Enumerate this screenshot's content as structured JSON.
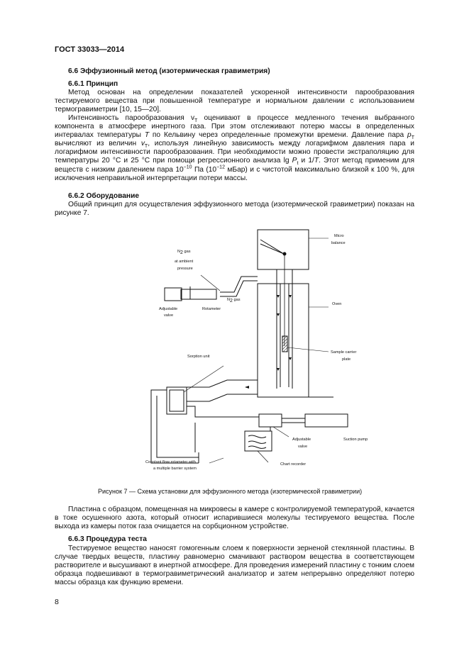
{
  "header": "ГОСТ 33033—2014",
  "section_title": "6.6  Эффузионный метод (изотермическая гравиметрия)",
  "s661": {
    "title": "6.6.1  Принцип",
    "p1": "Метод основан на определении показателей ускоренной интенсивности парообразования тестируемого вещества при повышенной температуре и нормальном давлении с использованием термогравиметрии [10, 15—20].",
    "p2_a": "Интенсивность парообразования v",
    "p2_sub1": "T",
    "p2_b": " оценивают в процессе медленного течения выбранного компонента в атмосфере инертного газа. При этом отслеживают потерю массы в определенных интервалах температуры ",
    "p2_T": "T",
    "p2_c": " по Кельвину через определенные промежутки времени. Давление пара ",
    "p2_p": "p",
    "p2_sub2": "T",
    "p2_d": " вычисляют из величин ",
    "p2_v": "v",
    "p2_sub3": "T",
    "p2_e": ", используя линейную зависимость между логарифмом давления пара и логарифмом интенсивности парообразования. При необходимости можно провести экстраполяцию для температуры 20 °С и 25 °С при помощи регрессионного анализа lg ",
    "p2_P": "P",
    "p2_sub4": "t",
    "p2_f": " и 1/",
    "p2_T2": "T",
    "p2_g": ". Этот метод применим для веществ с низким давлением пара 10",
    "p2_sup1": "−10",
    "p2_h": " Па (10",
    "p2_sup2": "−12",
    "p2_i": " мБар) и с чистотой максимально близкой к 100 %, для исключения неправильной интерпретации потери массы."
  },
  "s662": {
    "title": "6.6.2  Оборудование",
    "p1": "Общий принцип для осуществления эффузионного метода (изотермической гравиметрии) показан на рисунке 7."
  },
  "figure": {
    "labels": {
      "micro": "Micro",
      "balance": "balance",
      "n2_top": "N",
      "n2_top_sub": "2",
      "n2_top_rest": " gas",
      "ambient1": "at ambient",
      "ambient2": "pressure",
      "adj1": "Adjustable",
      "adj2": "valve",
      "rotameter": "Rotameter",
      "n2_mid": "N",
      "n2_mid_sub": "2",
      "n2_mid_rest": " gas",
      "oven": "Oven",
      "sample1": "Sample carrier",
      "sample2": "plate",
      "sorption": "Sorption unit",
      "adj3": "Adjustable",
      "adj4": "valve",
      "suction": "Suction pump",
      "chart": "Chart recorder",
      "cfr1": "Constant flow rotameter with",
      "cfr2": "a multiple barrier system"
    },
    "caption": "Рисунок  7 — Схема установки для эффузионного метода (изотермической гравиметрии)"
  },
  "after_fig": "Пластина с образцом, помещенная на микровесы в камере с контролируемой температурой, качается в токе осушенного азота, который относит испарившиеся молекулы тестируемого вещества. После выхода из камеры поток газа очищается на сорбционном устройстве.",
  "s663": {
    "title": "6.6.3  Процедура теста",
    "p1": "Тестируемое вещество наносят гомогенным слоем к поверхности зерненой стеклянной пластины. В случае твердых веществ, пластину равномерно смачивают раствором вещества в соответствующем растворителе и высушивают в инертной атмосфере. Для проведения измерений пластину с тонким слоем образца подвешивают в термогравиметрический анализатор и затем непрерывно определяют потерю массы образца как функцию времени."
  },
  "page_number": "8"
}
